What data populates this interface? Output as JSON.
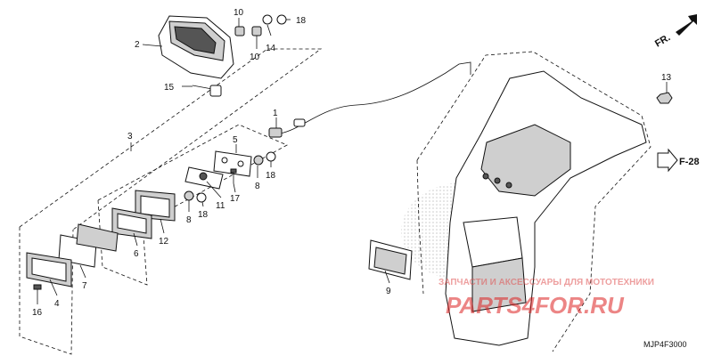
{
  "diagram": {
    "code": "MJP4F3000",
    "direction_label": "FR.",
    "reference_label": "F-28",
    "callouts": {
      "c1": "1",
      "c2": "2",
      "c3": "3",
      "c4": "4",
      "c5": "5",
      "c6": "6",
      "c7": "7",
      "c8a": "8",
      "c8b": "8",
      "c9": "9",
      "c10a": "10",
      "c10b": "10",
      "c11": "11",
      "c12": "12",
      "c13": "13",
      "c14": "14",
      "c15": "15",
      "c16": "16",
      "c17": "17",
      "c18a": "18",
      "c18b": "18",
      "c18c": "18"
    }
  },
  "watermark": {
    "line1": "ЗАПЧАСТИ И АКСЕССУАРЫ ДЛЯ МОТОТЕХНИКИ",
    "line2": "PARTS4FOR.RU"
  }
}
